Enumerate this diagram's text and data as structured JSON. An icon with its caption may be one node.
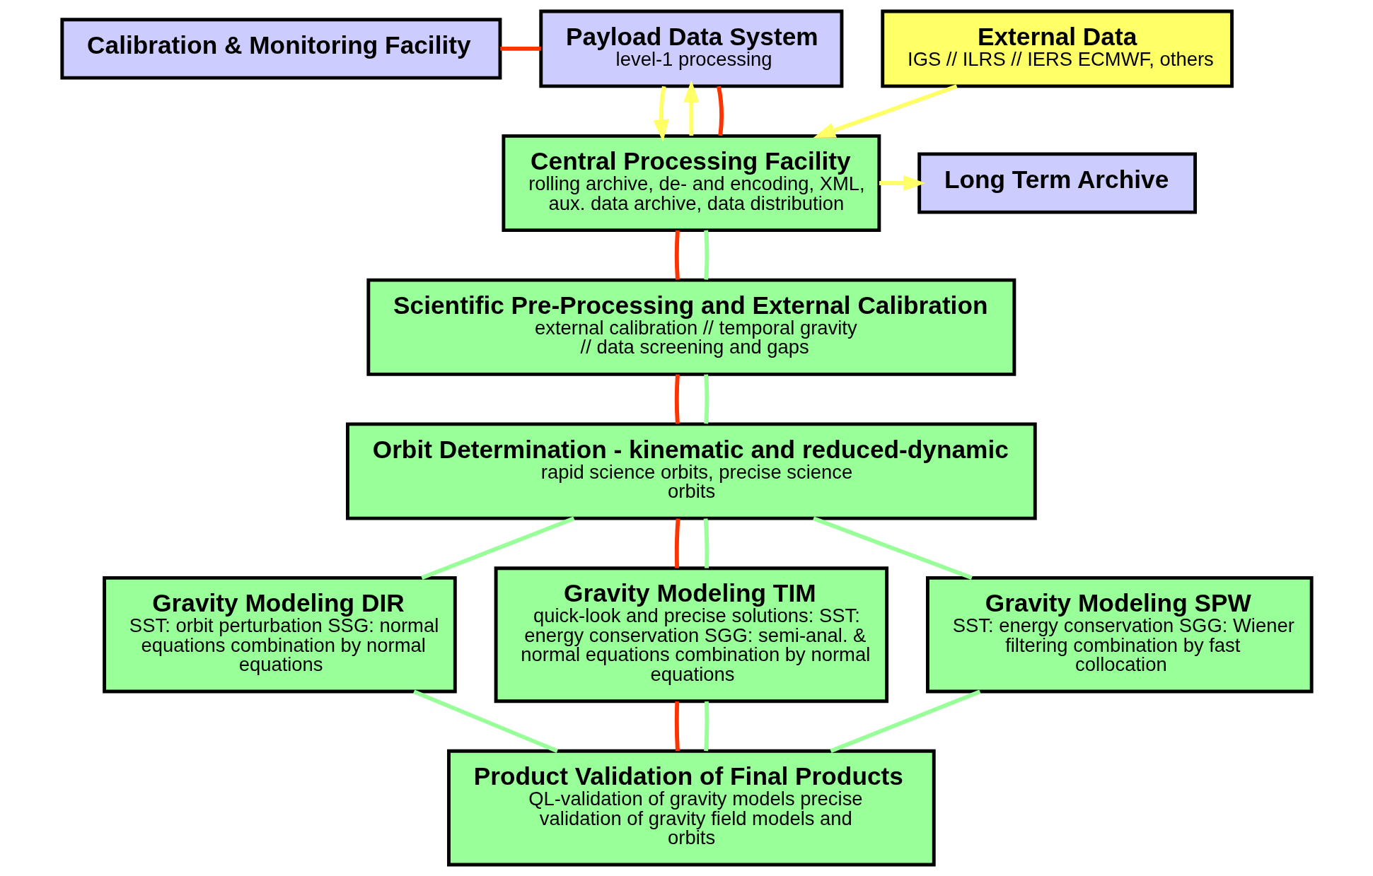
{
  "diagram": {
    "nodes": [
      {
        "text": [
          "Calibration & Monitoring Facility"
        ]
      },
      {
        "text": [
          "Payload Data System",
          "level-1 processing"
        ]
      },
      {
        "text": [
          "External Data",
          "IGS // ILRS // IERS ECMWF, others"
        ]
      },
      {
        "text": [
          "Long Term Archive"
        ]
      },
      {
        "text": [
          "Central Processing Facility",
          "rolling archive, de- and encoding, XML, aux. data archive, data distribution"
        ]
      },
      {
        "text": [
          "Scientific Pre-Processing and External Calibration",
          "external calibration // temporal gravity // data screening and gaps"
        ]
      },
      {
        "text": [
          "Orbit Determination - kinematic and reduced-dynamic",
          "rapid science orbits, precise science orbits"
        ]
      },
      {
        "text": [
          "Gravity Modeling DIR",
          "SST: orbit perturbation SSG: normal equations combination by normal equations"
        ]
      },
      {
        "text": [
          "Gravity Modeling TIM",
          "quick-look and precise solutions: SST: energy conservation SGG: semi-anal. & normal equations combination by normal equations"
        ]
      },
      {
        "text": [
          "Gravity Modeling SPW",
          "SST: energy conservation SGG: Wiener filtering combination by fast collocation"
        ]
      },
      {
        "text": [
          "Product Validation of Final Products",
          "QL-validation of gravity models precise validation of gravity field models and orbits"
        ]
      }
    ],
    "edges": [
      {
        "from": 0,
        "to": 1,
        "arrow": "none",
        "color": "#ff3300"
      },
      {
        "from": 4,
        "to": 1,
        "arrow": "to",
        "color": "#ffff66"
      },
      {
        "from": 1,
        "to": 4,
        "arrow": "to",
        "color": "#ffff66"
      },
      {
        "from": 1,
        "to": 4,
        "arrow": "none",
        "color": "#ff3300"
      },
      {
        "from": 2,
        "to": 4,
        "arrow": "to",
        "color": "#ffff66"
      },
      {
        "from": 4,
        "to": 3,
        "arrow": "to",
        "color": "#ffff66"
      },
      {
        "from": 4,
        "to": 5,
        "arrow": "none",
        "color": "#ff3300"
      },
      {
        "from": 4,
        "to": 5,
        "arrow": "none"
      },
      {
        "from": 5,
        "to": 6,
        "arrow": "none",
        "color": "#ff3300"
      },
      {
        "from": 5,
        "to": 6,
        "arrow": "none"
      },
      {
        "from": 6,
        "to": 7,
        "arrow": "none"
      },
      {
        "from": 6,
        "to": 8,
        "arrow": "none",
        "color": "#ff3300"
      },
      {
        "from": 6,
        "to": 8,
        "arrow": "none"
      },
      {
        "from": 6,
        "to": 9,
        "arrow": "none"
      },
      {
        "from": 7,
        "to": 10,
        "arrow": "none"
      },
      {
        "from": 8,
        "to": 10,
        "arrow": "none",
        "color": "#ff3300"
      },
      {
        "from": 8,
        "to": 10,
        "arrow": "none"
      },
      {
        "from": 9,
        "to": 10,
        "arrow": "none"
      }
    ]
  }
}
